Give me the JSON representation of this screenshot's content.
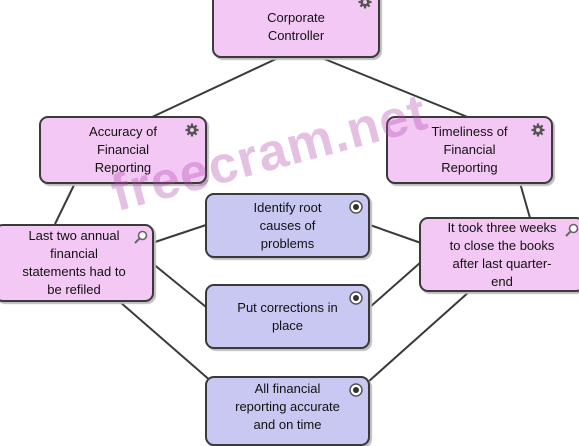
{
  "diagram": {
    "nodes": {
      "corporate_controller": "Corporate\nController",
      "accuracy": "Accuracy of\nFinancial\nReporting",
      "timeliness": "Timeliness of\nFinancial\nReporting",
      "refiled": "Last two annual\nfinancial\nstatements had to\nbe refiled",
      "three_weeks": "It took three weeks\nto close the books\nafter last quarter-\nend",
      "identify_root": "Identify root\ncauses of\nproblems",
      "put_corrections": "Put corrections in\nplace",
      "all_accurate": "All financial\nreporting accurate\nand on time"
    },
    "icons": {
      "goal": "gear-icon",
      "problem": "magnifier-icon",
      "action": "target-icon"
    },
    "colors": {
      "goal_fill": "#f4c8f4",
      "action_fill": "#c8c8f2",
      "border": "#3a3a3a",
      "connector": "#3a3a3a"
    }
  },
  "watermark": {
    "text": "freecram.net"
  }
}
